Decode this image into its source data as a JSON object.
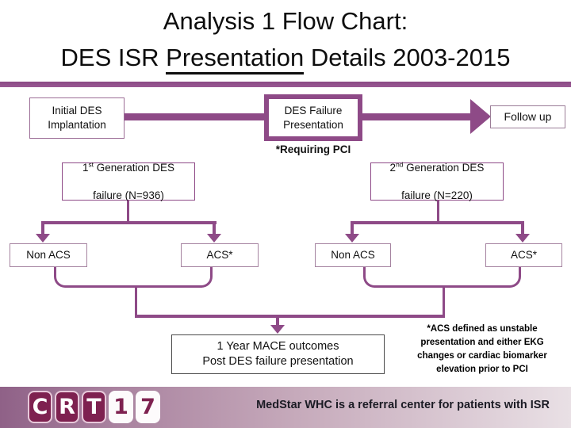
{
  "slide": {
    "title_line1": "Analysis 1 Flow Chart:",
    "title_line2_pre": "DES ISR ",
    "title_line2_underlined": "Presentation",
    "title_line2_post": " Details 2003-2015"
  },
  "flowchart": {
    "initial_des": "Initial DES\nImplantation",
    "des_failure": "DES Failure\nPresentation",
    "follow_up": "Follow up",
    "requiring_pci": "*Requiring PCI",
    "gen1": {
      "num": "1",
      "sup": "st",
      "rest": " Generation DES",
      "line2": "failure (N=936)"
    },
    "gen2": {
      "num": "2",
      "sup": "nd",
      "rest": " Generation DES",
      "line2": "failure (N=220)"
    },
    "gen1_non_acs": "Non ACS",
    "gen1_acs": "ACS*",
    "gen2_non_acs": "Non ACS",
    "gen2_acs": "ACS*",
    "mace": "1 Year MACE outcomes\nPost DES failure presentation",
    "acs_note": "*ACS defined as unstable\npresentation and either EKG\nchanges or cardiac biomarker\nelevation prior to PCI"
  },
  "footer": {
    "logo_tiles": [
      {
        "char": "C"
      },
      {
        "char": "R"
      },
      {
        "char": "T"
      },
      {
        "char": "1"
      },
      {
        "char": "7"
      }
    ],
    "text": "MedStar WHC is a referral center for patients with ISR"
  },
  "colors": {
    "accent_purple": "#8E4A87",
    "divider_purple": "#8B4A85",
    "logo_maroon": "#7E2150",
    "footer_gradient_left": "#8F6187",
    "footer_gradient_right": "#E9E0E5",
    "text_black": "#111111"
  }
}
